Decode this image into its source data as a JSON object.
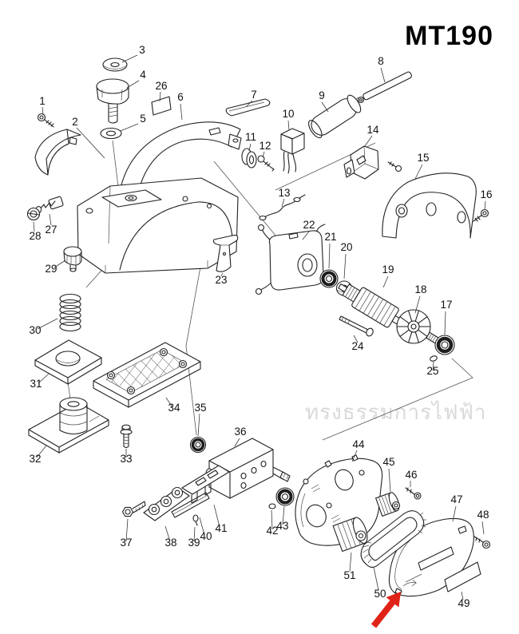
{
  "title": "MT190",
  "watermark": "ทรงธรรมการไฟฟ้า",
  "colors": {
    "arrow": "#e02318"
  },
  "diagram": {
    "part_labels": [
      "1",
      "2",
      "3",
      "4",
      "5",
      "6",
      "7",
      "8",
      "9",
      "10",
      "11",
      "12",
      "13",
      "14",
      "15",
      "16",
      "17",
      "18",
      "19",
      "20",
      "21",
      "22",
      "23",
      "24",
      "25",
      "26",
      "27",
      "28",
      "29",
      "30",
      "31",
      "32",
      "33",
      "34",
      "35",
      "36",
      "37",
      "38",
      "39",
      "40",
      "41",
      "42",
      "43",
      "44",
      "45",
      "46",
      "47",
      "48",
      "49",
      "50",
      "51"
    ]
  }
}
